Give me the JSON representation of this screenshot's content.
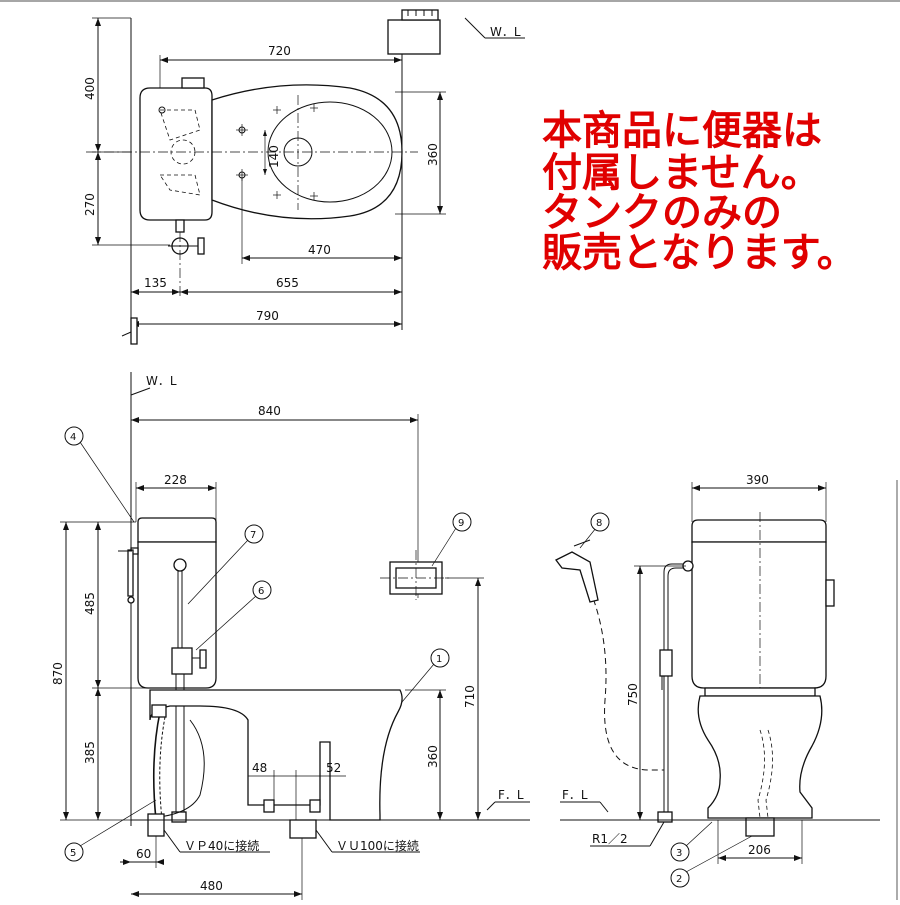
{
  "notice": {
    "lines": [
      "本商品に便器は",
      "付属しません。",
      "タンクのみの",
      "販売となります。"
    ],
    "color": "#e00000"
  },
  "labels": {
    "wall_line": "W．L",
    "floor_line": "F．L",
    "floor_line_right": "F．L",
    "vp40": "ＶＰ40に接続",
    "vu100": "ＶＵ100に接続",
    "pipe_thread": "R1／2"
  },
  "top_view_dims": {
    "d720": "720",
    "d400": "400",
    "d270": "270",
    "d360": "360",
    "d140": "140",
    "d470": "470",
    "d135": "135",
    "d655": "655",
    "d790": "790"
  },
  "side_view_dims": {
    "d840": "840",
    "d228": "228",
    "d870": "870",
    "d485": "485",
    "d385": "385",
    "d710": "710",
    "d360": "360",
    "d48": "48",
    "d52": "52",
    "d60": "60",
    "d480": "480"
  },
  "front_view_dims": {
    "d390": "390",
    "d750": "750",
    "d206": "206"
  },
  "callouts": [
    "1",
    "2",
    "3",
    "4",
    "5",
    "6",
    "7",
    "8",
    "9"
  ]
}
